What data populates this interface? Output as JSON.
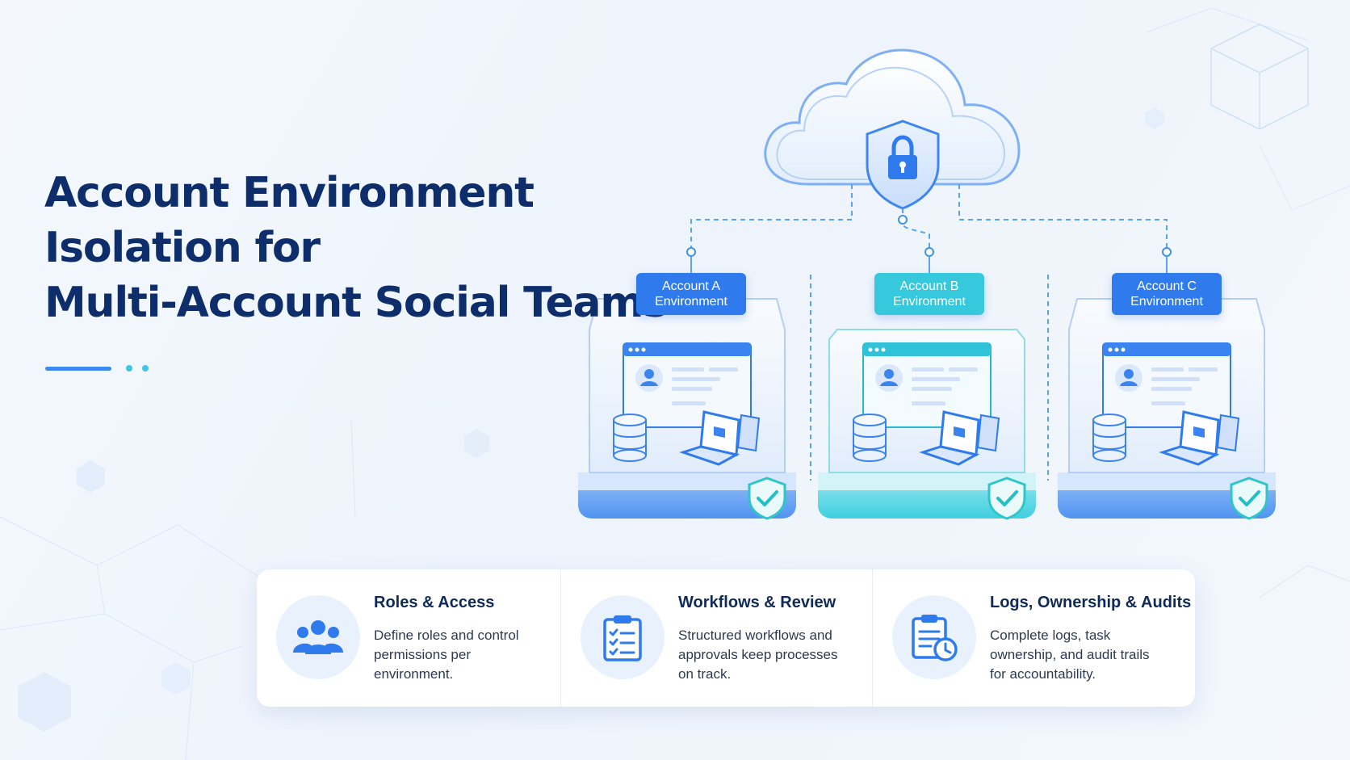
{
  "title": {
    "line1": "Account Environment",
    "line2": "Isolation for",
    "line3": "Multi-Account Social Teams"
  },
  "environments": [
    {
      "line1": "Account A",
      "line2": "Environment",
      "accent": "#2f7bee"
    },
    {
      "line1": "Account B",
      "line2": "Environment",
      "accent": "#36c9dd"
    },
    {
      "line1": "Account C",
      "line2": "Environment",
      "accent": "#2f7bee"
    }
  ],
  "features": [
    {
      "title": "Roles & Access",
      "text": "Define roles and control permissions per environment.",
      "icon": "users-icon"
    },
    {
      "title": "Workflows & Review",
      "text": "Structured workflows and approvals keep processes on track.",
      "icon": "clipboard-checklist-icon"
    },
    {
      "title": "Logs, Ownership & Audits",
      "text": "Complete logs, task ownership, and audit trails for accountability.",
      "icon": "log-clock-icon"
    }
  ],
  "icons": {
    "cloud": "cloud-icon",
    "lock": "lock-shield-icon",
    "check": "check-shield-icon",
    "database": "database-icon",
    "laptop": "laptop-icon"
  },
  "colors": {
    "title": "#0d2d6b",
    "primary": "#2f7bee",
    "teal": "#36c9dd",
    "background": "#f1f6fd"
  }
}
